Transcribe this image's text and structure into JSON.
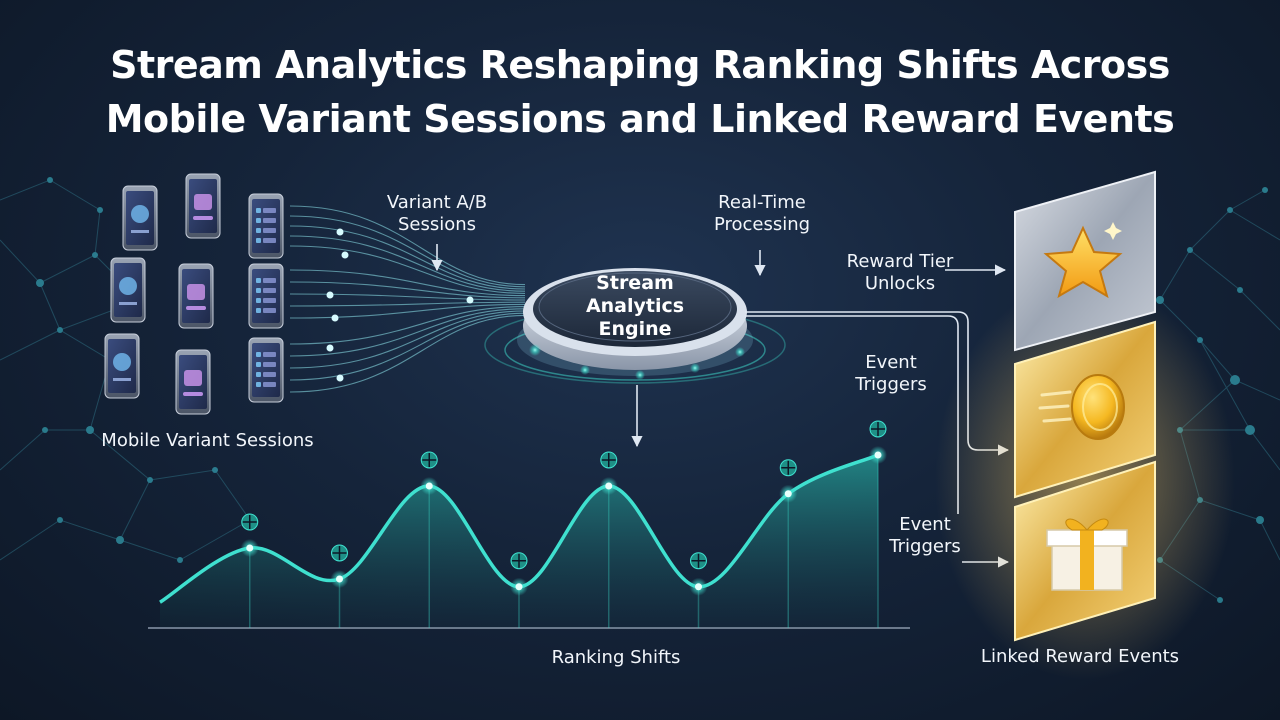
{
  "title": {
    "line1": "Stream Analytics Reshaping Ranking Shifts Across",
    "line2": "Mobile Variant Sessions and Linked Reward Events"
  },
  "sessions": {
    "label": "Mobile Variant Sessions",
    "annotation": {
      "line1": "Variant A/B",
      "line2": "Sessions"
    }
  },
  "engine": {
    "line1": "Stream",
    "line2": "Analytics",
    "line3": "Engine",
    "annotation": {
      "line1": "Real-Time",
      "line2": "Processing"
    }
  },
  "ranking": {
    "label": "Ranking Shifts",
    "trend": [
      {
        "t": 0,
        "v": 0.05
      },
      {
        "t": 1,
        "v": 0.4
      },
      {
        "t": 2,
        "v": 0.2
      },
      {
        "t": 3,
        "v": 0.8
      },
      {
        "t": 4,
        "v": 0.15
      },
      {
        "t": 5,
        "v": 0.8
      },
      {
        "t": 6,
        "v": 0.15
      },
      {
        "t": 7,
        "v": 0.75
      },
      {
        "t": 8,
        "v": 1.0
      }
    ]
  },
  "rewards": {
    "label": "Linked Reward Events",
    "tier_label": {
      "line1": "Reward Tier",
      "line2": "Unlocks"
    },
    "trigger_label_1": {
      "line1": "Event",
      "line2": "Triggers"
    },
    "trigger_label_2": {
      "line1": "Event",
      "line2": "Triggers"
    },
    "cards": [
      {
        "icon": "star-icon"
      },
      {
        "icon": "coin-icon"
      },
      {
        "icon": "gift-icon"
      }
    ]
  },
  "colors": {
    "accent": "#3fe0cf",
    "accent_dark": "#1f8f86",
    "background": "#15243a",
    "gold": "#f5b821"
  }
}
